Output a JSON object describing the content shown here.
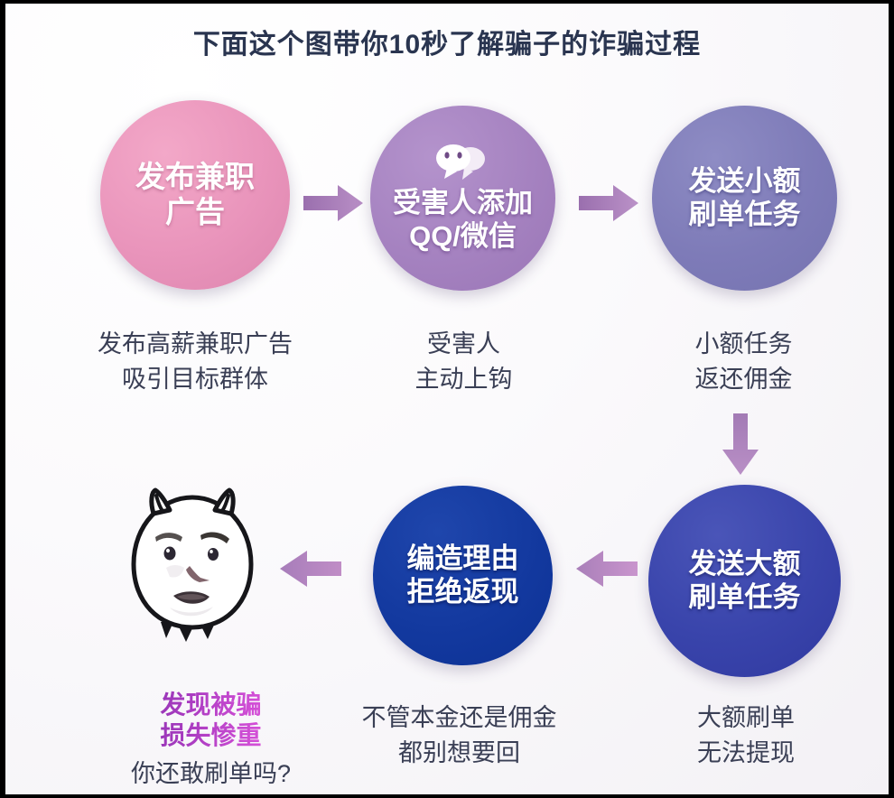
{
  "title": "下面这个图带你10秒了解骗子的诈骗过程",
  "colors": {
    "node1": "#e994bb",
    "node2": "#a582c0",
    "node3": "#7e7bb8",
    "node4": "#3944ab",
    "node5": "#13399f",
    "arrow": "#a87ab8",
    "caption_text": "#3a3f55",
    "title_text": "#2a3550",
    "warning_gradient_start": "#7a2fa8",
    "warning_gradient_end": "#e45fd0",
    "background": "#faf9fb",
    "border": "#000000"
  },
  "nodes": [
    {
      "id": "post-ad",
      "line1": "发布兼职",
      "line2": "广告",
      "icon": ""
    },
    {
      "id": "add-qq-wechat",
      "line1": "受害人添加",
      "line2": "QQ/微信",
      "icon": "wechat-icon"
    },
    {
      "id": "small-task",
      "line1": "发送小额",
      "line2": "刷单任务",
      "icon": ""
    },
    {
      "id": "large-task",
      "line1": "发送大额",
      "line2": "刷单任务",
      "icon": ""
    },
    {
      "id": "refuse-refund",
      "line1": "编造理由",
      "line2": "拒绝返现",
      "icon": ""
    }
  ],
  "captions": [
    {
      "id": "caption-post-ad",
      "line1": "发布高薪兼职广告",
      "line2": "吸引目标群体"
    },
    {
      "id": "caption-victim",
      "line1": "受害人",
      "line2": "主动上钩"
    },
    {
      "id": "caption-small-task",
      "line1": "小额任务",
      "line2": "返还佣金"
    },
    {
      "id": "caption-refuse-refund",
      "line1": "不管本金还是佣金",
      "line2": "都别想要回"
    },
    {
      "id": "caption-large-task",
      "line1": "大额刷单",
      "line2": "无法提现"
    }
  ],
  "final": {
    "warn_line1": "发现被骗",
    "warn_line2": "损失惨重",
    "question": "你还敢刷单吗?"
  },
  "arrows": [
    {
      "id": "arrow-post-to-add",
      "direction": "right"
    },
    {
      "id": "arrow-add-to-small",
      "direction": "right"
    },
    {
      "id": "arrow-small-to-large",
      "direction": "down"
    },
    {
      "id": "arrow-large-to-refuse",
      "direction": "left"
    },
    {
      "id": "arrow-refuse-to-victim",
      "direction": "left"
    }
  ],
  "meme": {
    "id": "angry-cat-meme",
    "alt": "愤怒的蘑菇头猫咪表情"
  }
}
